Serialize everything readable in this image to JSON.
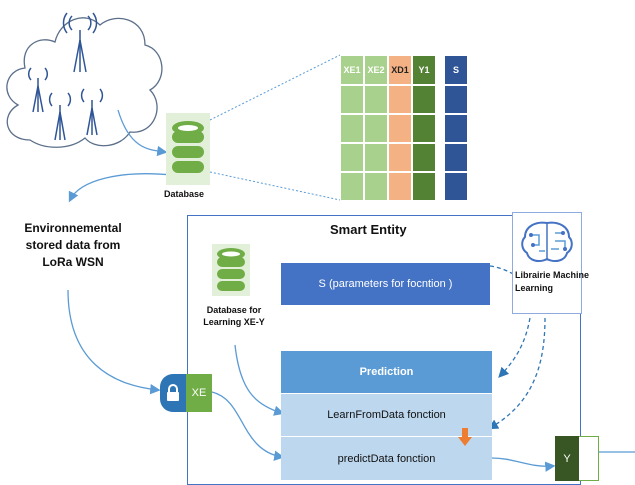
{
  "network": {
    "label_lines": [
      "Environnemental",
      "stored data from",
      "LoRa WSN"
    ]
  },
  "database": {
    "label": "Database"
  },
  "table": {
    "columns": [
      "XE1",
      "XE2",
      "XD1",
      "Y1"
    ],
    "side_column": "S",
    "colors": {
      "xe": "#a9d18e",
      "xd": "#f4b183",
      "y": "#548235",
      "s": "#2f5597",
      "xe_header": "#a9d18e"
    }
  },
  "smart_entity": {
    "title": "Smart Entity",
    "db_label_lines": [
      "Database for",
      "Learning XE-Y"
    ],
    "params_label": "S (parameters for focntion )",
    "ml_label_lines": [
      "Librairie Machine",
      "Learning"
    ],
    "prediction_label": "Prediction",
    "learn_label": "LearnFromData fonction",
    "predict_label": "predictData fonction"
  },
  "io": {
    "input_label": "XE",
    "output_label": "Y"
  },
  "colors": {
    "frame": "#4472c4",
    "arrow": "#5b9bd5",
    "params_box": "#4472c4",
    "prediction_header": "#5b9bd5",
    "function_box": "#bdd7ee",
    "orange_arrow": "#ed7d31",
    "lock_bg": "#2e75b6"
  }
}
